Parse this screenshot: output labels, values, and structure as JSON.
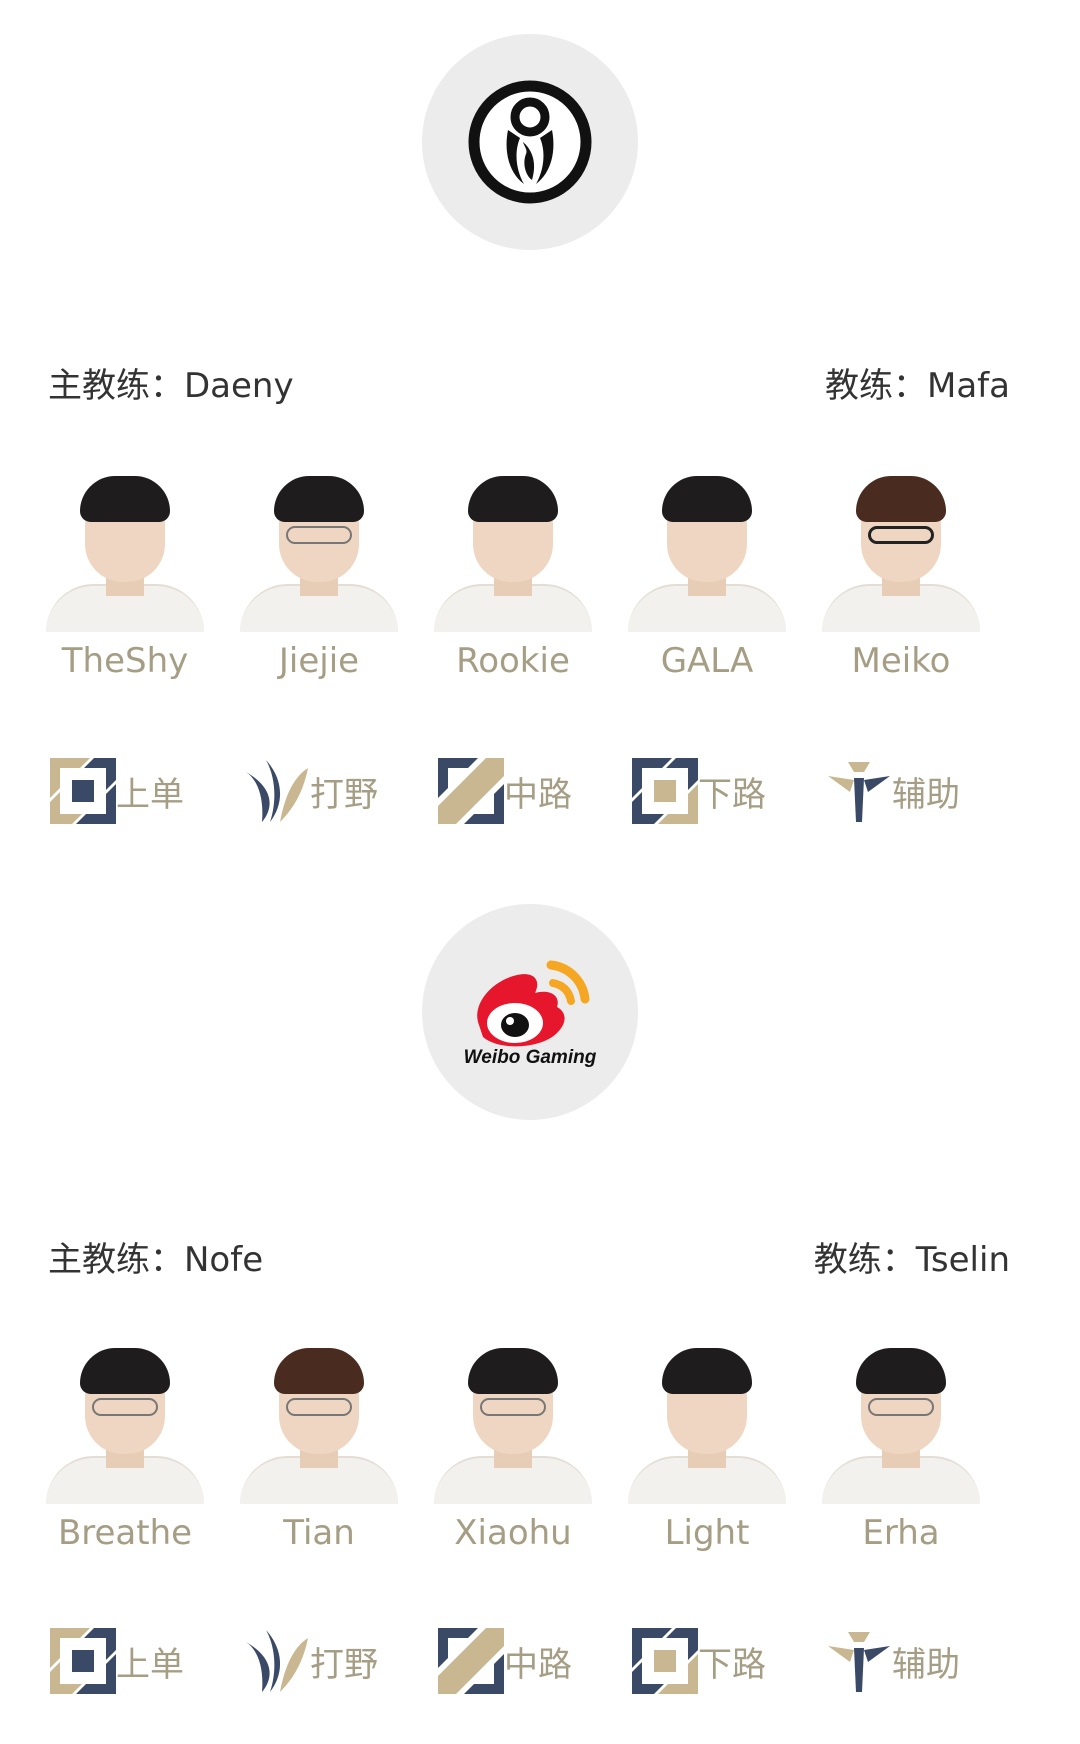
{
  "teams": [
    {
      "logo": {
        "icon": "ig-logo-icon",
        "text": ""
      },
      "head_coach_label": "主教练：",
      "head_coach": "Daeny",
      "coach_label": "教练：",
      "coach": "Mafa",
      "players": [
        {
          "name": "TheShy"
        },
        {
          "name": "Jiejie"
        },
        {
          "name": "Rookie"
        },
        {
          "name": "GALA"
        },
        {
          "name": "Meiko"
        }
      ],
      "roles": [
        {
          "label": "上单",
          "icon": "top-lane-icon"
        },
        {
          "label": "打野",
          "icon": "jungle-icon"
        },
        {
          "label": "中路",
          "icon": "mid-lane-icon"
        },
        {
          "label": "下路",
          "icon": "bot-lane-icon"
        },
        {
          "label": "辅助",
          "icon": "support-icon"
        }
      ]
    },
    {
      "logo": {
        "icon": "weibo-gaming-logo-icon",
        "text": "Weibo Gaming"
      },
      "head_coach_label": "主教练：",
      "head_coach": "Nofe",
      "coach_label": "教练：",
      "coach": "Tselin",
      "players": [
        {
          "name": "Breathe"
        },
        {
          "name": "Tian"
        },
        {
          "name": "Xiaohu"
        },
        {
          "name": "Light"
        },
        {
          "name": "Erha"
        }
      ],
      "roles": [
        {
          "label": "上单",
          "icon": "top-lane-icon"
        },
        {
          "label": "打野",
          "icon": "jungle-icon"
        },
        {
          "label": "中路",
          "icon": "mid-lane-icon"
        },
        {
          "label": "下路",
          "icon": "bot-lane-icon"
        },
        {
          "label": "辅助",
          "icon": "support-icon"
        }
      ]
    }
  ],
  "colors": {
    "gold": "#c8b790",
    "navy": "#3a4a66",
    "name_text": "#a59d84",
    "weibo_red": "#e6162d",
    "weibo_orange": "#f5a623"
  }
}
